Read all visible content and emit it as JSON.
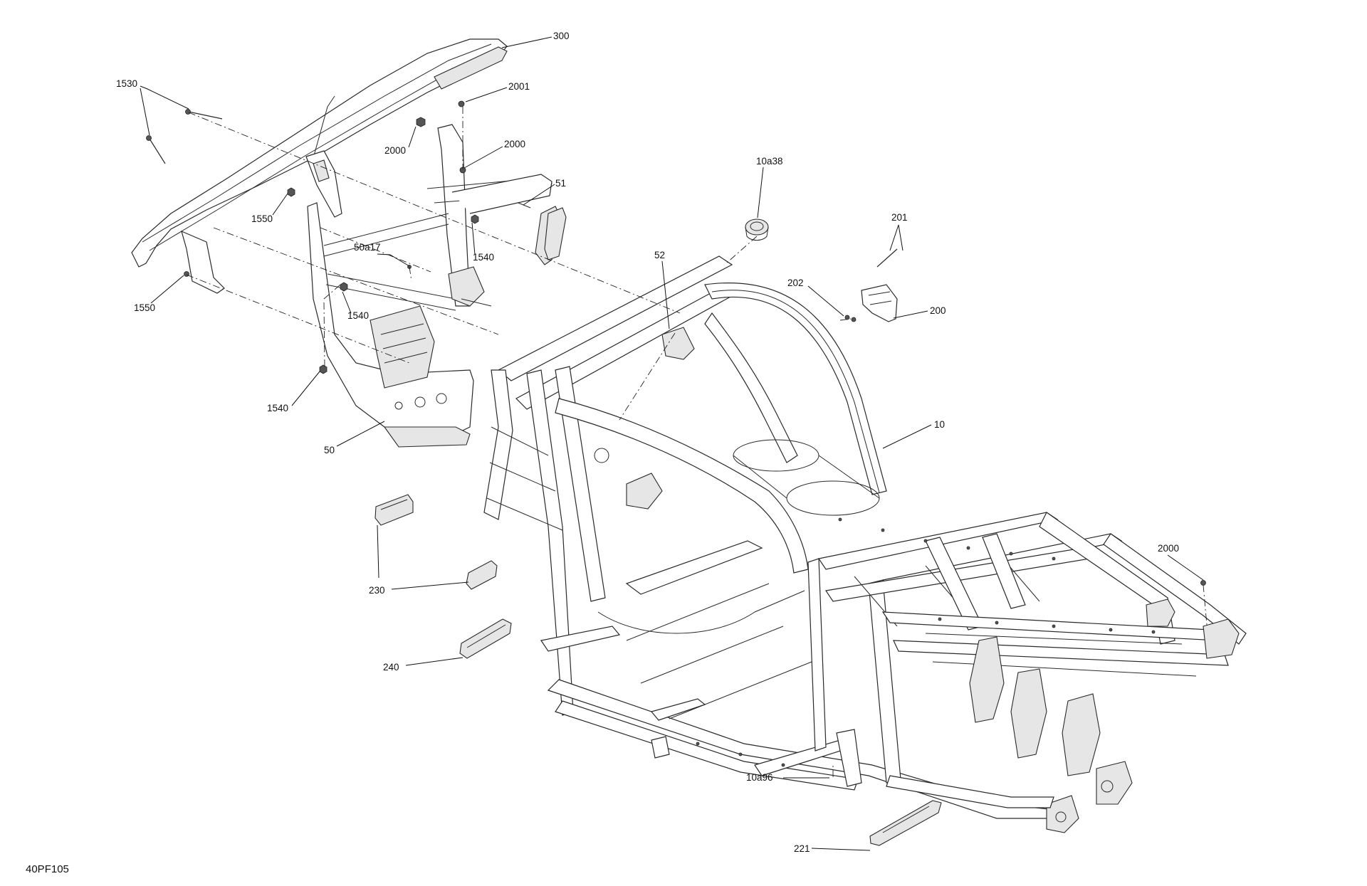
{
  "figure_id": "40PF105",
  "callouts": [
    {
      "id": "c300",
      "label": "300"
    },
    {
      "id": "c1530",
      "label": "1530"
    },
    {
      "id": "c2001",
      "label": "2001"
    },
    {
      "id": "c2000a",
      "label": "2000"
    },
    {
      "id": "c2000b",
      "label": "2000"
    },
    {
      "id": "c51",
      "label": "51"
    },
    {
      "id": "c1550a",
      "label": "1550"
    },
    {
      "id": "c1540a",
      "label": "1540"
    },
    {
      "id": "c50a17",
      "label": "50a17"
    },
    {
      "id": "c1540b",
      "label": "1540"
    },
    {
      "id": "c1550b",
      "label": "1550"
    },
    {
      "id": "c1540c",
      "label": "1540"
    },
    {
      "id": "c50",
      "label": "50"
    },
    {
      "id": "c10a38",
      "label": "10a38"
    },
    {
      "id": "c52",
      "label": "52"
    },
    {
      "id": "c201",
      "label": "201"
    },
    {
      "id": "c202",
      "label": "202"
    },
    {
      "id": "c200",
      "label": "200"
    },
    {
      "id": "c10",
      "label": "10"
    },
    {
      "id": "c2000c",
      "label": "2000"
    },
    {
      "id": "c230",
      "label": "230"
    },
    {
      "id": "c240",
      "label": "240"
    },
    {
      "id": "c10a96",
      "label": "10a96"
    },
    {
      "id": "c221",
      "label": "221"
    }
  ]
}
